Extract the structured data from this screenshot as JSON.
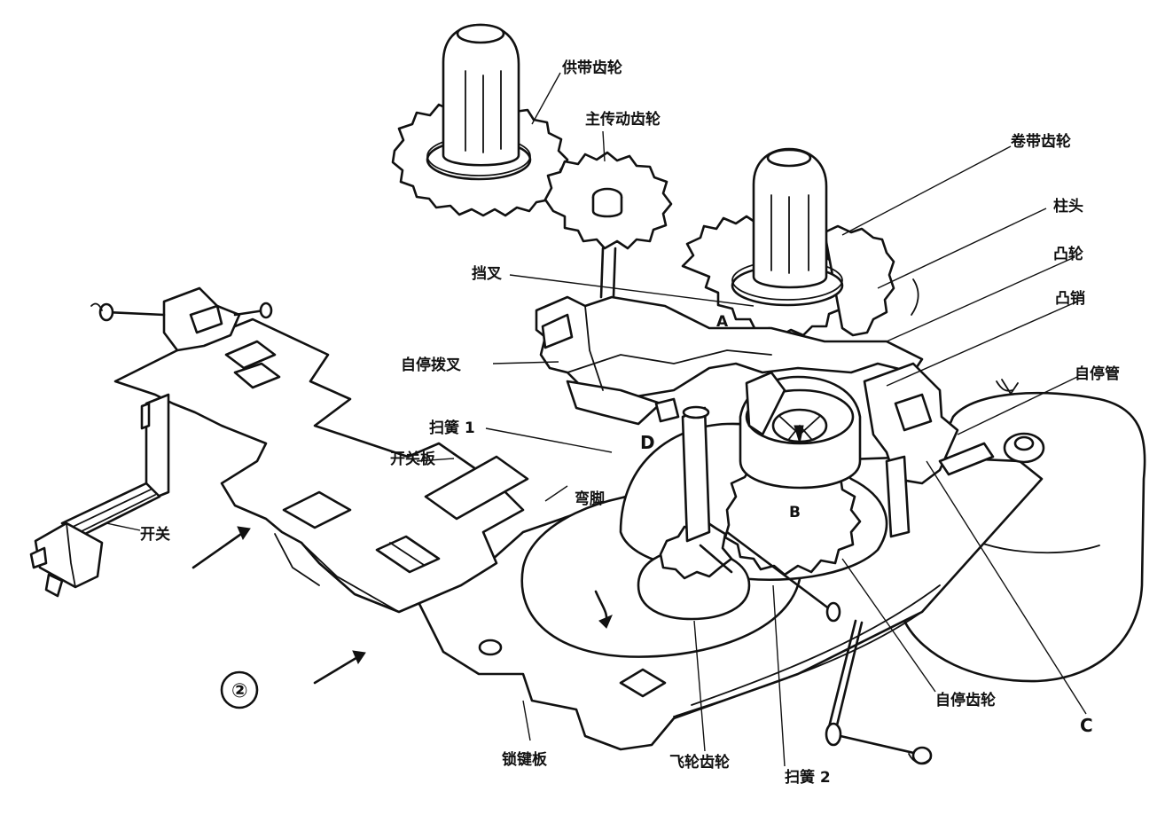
{
  "labels": {
    "supply_gear": "供带齿轮",
    "main_drive_gear": "主传动齿轮",
    "takeup_gear": "卷带齿轮",
    "column_head": "柱头",
    "cam": "凸轮",
    "cam_pin": "凸销",
    "stop_fork": "挡叉",
    "auto_stop_dial_fork": "自停拨叉",
    "auto_stop_lever": "自停管",
    "sweep_spring_1": "扫簧 1",
    "switch_plate": "开关板",
    "bent_foot": "弯脚",
    "switch": "开关",
    "lock_plate": "锁键板",
    "flywheel_gear": "飞轮齿轮",
    "sweep_spring_2": "扫簧 2",
    "auto_stop_gear": "自停齿轮",
    "figure_number": "②",
    "letter_a": "A",
    "letter_b": "B",
    "letter_c": "C",
    "letter_d": "D"
  }
}
